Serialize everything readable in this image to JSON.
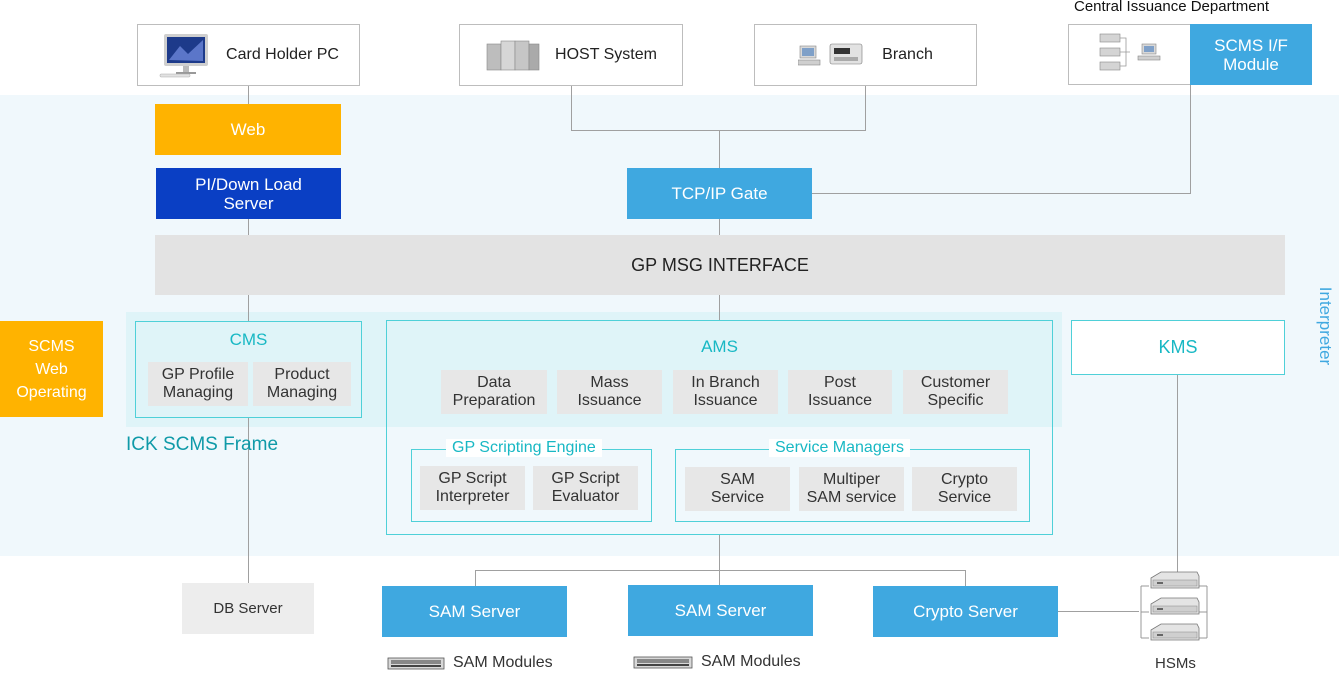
{
  "top": {
    "card_holder_pc": "Card Holder PC",
    "host_system": "HOST System",
    "branch": "Branch",
    "central_issuance_department": "Central Issuance Department",
    "scms_if_module": [
      "SCMS I/F",
      "Module"
    ]
  },
  "web": "Web",
  "download_server": [
    "PI/Down Load",
    "Server"
  ],
  "tcp_ip_gate": "TCP/IP Gate",
  "gp_msg_interface": "GP MSG INTERFACE",
  "interpreter": "Interpreter",
  "scms_web_operating": [
    "SCMS",
    "Web",
    "Operating"
  ],
  "cms": {
    "title": "CMS",
    "items": [
      [
        "GP Profile",
        "Managing"
      ],
      [
        "Product",
        "Managing"
      ]
    ]
  },
  "frame_label": "ICK SCMS Frame",
  "ams": {
    "title": "AMS",
    "items": [
      [
        "Data",
        "Preparation"
      ],
      [
        "Mass",
        "Issuance"
      ],
      [
        "In Branch",
        "Issuance"
      ],
      [
        "Post",
        "Issuance"
      ],
      [
        "Customer",
        "Specific"
      ]
    ]
  },
  "gp_scripting_engine": {
    "title": "GP Scripting Engine",
    "items": [
      [
        "GP Script",
        "Interpreter"
      ],
      [
        "GP Script",
        "Evaluator"
      ]
    ]
  },
  "service_managers": {
    "title": "Service Managers",
    "items": [
      [
        "SAM",
        "Service"
      ],
      [
        "Multiper",
        "SAM service"
      ],
      [
        "Crypto",
        "Service"
      ]
    ]
  },
  "kms": "KMS",
  "bottom": {
    "db_server": "DB Server",
    "sam_server_1": "SAM Server",
    "sam_server_2": "SAM Server",
    "crypto_server": "Crypto Server",
    "sam_modules_1": "SAM Modules",
    "sam_modules_2": "SAM Modules",
    "hsms": "HSMs"
  },
  "colors": {
    "band": "#f0f8fc",
    "blue": "#3fa8e0",
    "orange": "#ffb300",
    "navy": "#0a3fc4",
    "cyan": "#18b8c4",
    "grey_bar": "#e3e3e3"
  }
}
